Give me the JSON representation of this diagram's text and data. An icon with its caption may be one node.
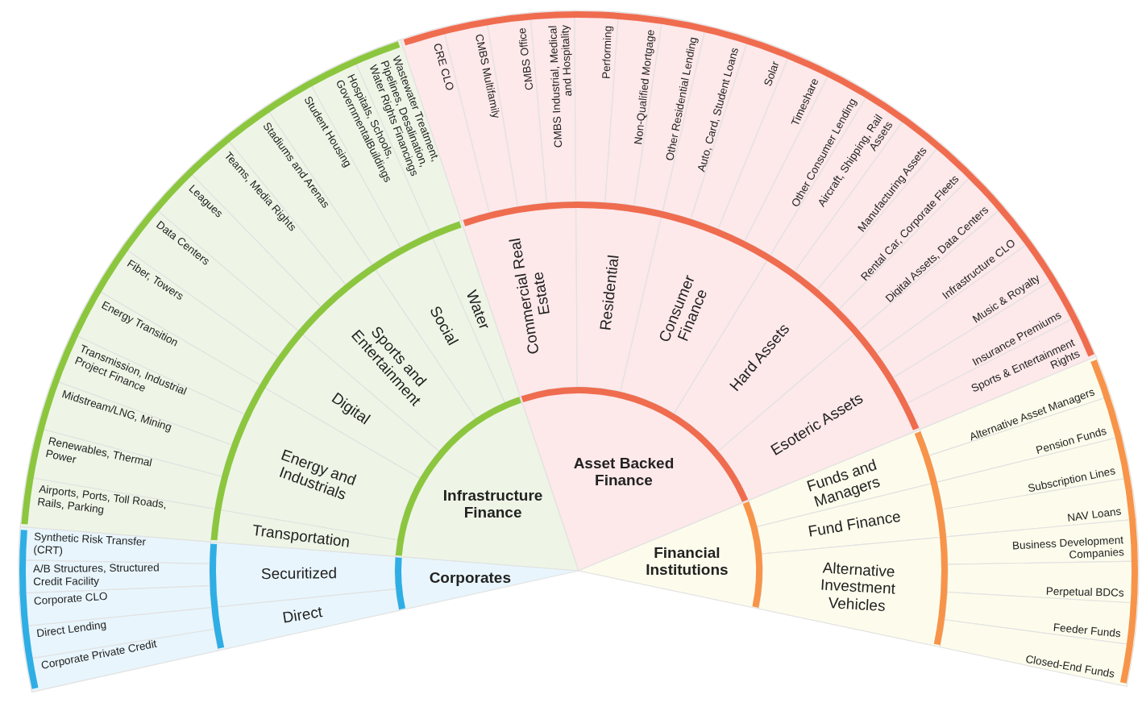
{
  "diagram": {
    "nodes": [
      {
        "text": [
          "Corporates"
        ]
      },
      {
        "text": [
          "Infrastructure Finance"
        ]
      },
      {
        "text": [
          "Asset Backed Finance"
        ]
      },
      {
        "text": [
          "Financial Institutions"
        ]
      },
      {
        "text": [
          "Direct"
        ]
      },
      {
        "text": [
          "Securitized"
        ]
      },
      {
        "text": [
          "Transportation"
        ]
      },
      {
        "text": [
          "Energy and Industrials"
        ]
      },
      {
        "text": [
          "Digital"
        ]
      },
      {
        "text": [
          "Sports and Entertainment"
        ]
      },
      {
        "text": [
          "Social"
        ]
      },
      {
        "text": [
          "Water"
        ]
      },
      {
        "text": [
          "Commercial Real Estate"
        ]
      },
      {
        "text": [
          "Residential"
        ]
      },
      {
        "text": [
          "Consumer Finance"
        ]
      },
      {
        "text": [
          "Hard Assets"
        ]
      },
      {
        "text": [
          "Esoteric Assets"
        ]
      },
      {
        "text": [
          "Funds and Managers"
        ]
      },
      {
        "text": [
          "Fund Finance"
        ]
      },
      {
        "text": [
          "Alternative Investment Vehicles"
        ]
      },
      {
        "text": [
          "Corporate Private Credit"
        ]
      },
      {
        "text": [
          "Direct Lending"
        ]
      },
      {
        "text": [
          "Corporate CLO"
        ]
      },
      {
        "text": [
          "A/B Structures, Structured Credit Facility"
        ]
      },
      {
        "text": [
          "Synthetic Risk Transfer (CRT)"
        ]
      },
      {
        "text": [
          "Airports, Ports, Toll Roads, Rails, Parking"
        ]
      },
      {
        "text": [
          "Renewables, Thermal Power"
        ]
      },
      {
        "text": [
          "Midstream/LNG, Mining"
        ]
      },
      {
        "text": [
          "Transmission, Industrial Project Finance"
        ]
      },
      {
        "text": [
          "Energy Transition"
        ]
      },
      {
        "text": [
          "Fiber, Towers"
        ]
      },
      {
        "text": [
          "Data Centers"
        ]
      },
      {
        "text": [
          "Leagues"
        ]
      },
      {
        "text": [
          "Teams, Media Rights"
        ]
      },
      {
        "text": [
          "Stadiums and Arenas"
        ]
      },
      {
        "text": [
          "Student Housing"
        ]
      },
      {
        "text": [
          "Hospitals, Schools, GovernmentalBuildings"
        ]
      },
      {
        "text": [
          "Wastewater Treatment, Pipelines, Desalination, Water Rights Financings"
        ]
      },
      {
        "text": [
          "CRE CLO"
        ]
      },
      {
        "text": [
          "CMBS Multifamily"
        ]
      },
      {
        "text": [
          "CMBS Office"
        ]
      },
      {
        "text": [
          "CMBS Industrial, Medical and Hospitality"
        ]
      },
      {
        "text": [
          "Performing"
        ]
      },
      {
        "text": [
          "Non-Qualified Mortgage"
        ]
      },
      {
        "text": [
          "Other Residential Lending"
        ]
      },
      {
        "text": [
          "Auto, Card, Student Loans"
        ]
      },
      {
        "text": [
          "Solar"
        ]
      },
      {
        "text": [
          "Timeshare"
        ]
      },
      {
        "text": [
          "Other Consumer Lending"
        ]
      },
      {
        "text": [
          "Aircraft, Shipping, Rail Assets"
        ]
      },
      {
        "text": [
          "Manufacturing Assets"
        ]
      },
      {
        "text": [
          "Rental Car, Corporate Fleets"
        ]
      },
      {
        "text": [
          "Digital Assets, Data Centers"
        ]
      },
      {
        "text": [
          "Infrastructure CLO"
        ]
      },
      {
        "text": [
          "Music & Royalty"
        ]
      },
      {
        "text": [
          "Insurance Premiums"
        ]
      },
      {
        "text": [
          "Sports & Entertainment Rights"
        ]
      },
      {
        "text": [
          "Alternative Asset Managers"
        ]
      },
      {
        "text": [
          "Pension Funds"
        ]
      },
      {
        "text": [
          "Subscription Lines"
        ]
      },
      {
        "text": [
          "NAV Loans"
        ]
      },
      {
        "text": [
          "Business Development Companies"
        ]
      },
      {
        "text": [
          "Perpetual BDCs"
        ]
      },
      {
        "text": [
          "Feeder Funds"
        ]
      },
      {
        "text": [
          "Closed-End Funds"
        ]
      }
    ]
  }
}
